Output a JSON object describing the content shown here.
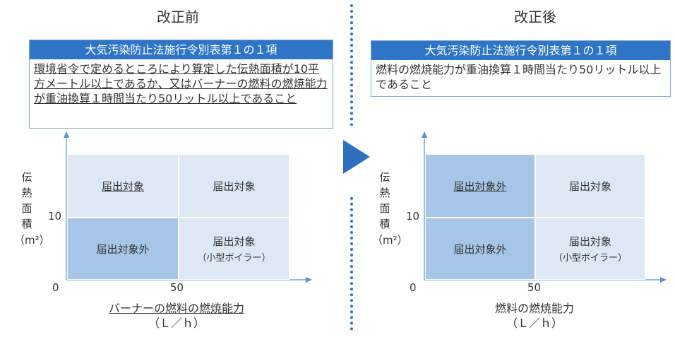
{
  "before": {
    "title": "改正前",
    "box_header": "大気汚染防止法施行令別表第１の１項",
    "box_text": "環境省令で定めるところにより算定した伝熱面積が10平方メートル以上であるか、又はバーナーの燃料の燃焼能力が重油換算１時間当たり50リットル以上であること",
    "cells": {
      "top_left": "届出対象",
      "top_right": "届出対象",
      "bottom_left": "届出対象外",
      "bottom_right": "届出対象",
      "bottom_right_sub": "（小型ボイラー）"
    },
    "ylabel": [
      "伝",
      "熱",
      "面",
      "積",
      "（m²）"
    ],
    "y_tick": "10",
    "origin": "0",
    "x_tick": "50",
    "xlabel_main": "バーナーの燃料の燃焼能力",
    "xlabel_unit": "（Ｌ／ｈ）"
  },
  "after": {
    "title": "改正後",
    "box_header": "大気汚染防止法施行令別表第１の１項",
    "box_text": "燃料の燃焼能力が重油換算１時間当たり50リットル以上であること",
    "cells": {
      "top_left": "届出対象外",
      "top_right": "届出対象",
      "bottom_left": "届出対象外",
      "bottom_right": "届出対象",
      "bottom_right_sub": "（小型ボイラー）"
    },
    "ylabel": [
      "伝",
      "熱",
      "面",
      "積",
      "（m²）"
    ],
    "y_tick": "10",
    "origin": "0",
    "x_tick": "50",
    "xlabel_main": "燃料の燃焼能力",
    "xlabel_unit": "（Ｌ／ｈ）"
  },
  "colors": {
    "accent": "#2e75c6",
    "cell_light": "#dde8f4",
    "cell_dark": "#a7c5e6"
  }
}
